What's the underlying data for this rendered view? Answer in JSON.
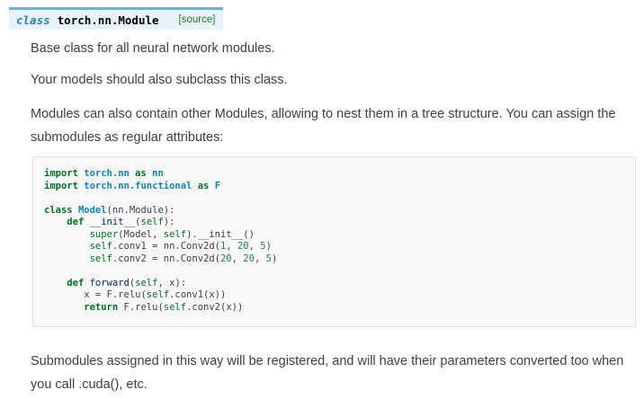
{
  "signature": {
    "keyword": "class",
    "name": "torch.nn.Module",
    "source_link": "[source]"
  },
  "paragraphs": [
    "Base class for all neural network modules.",
    "Your models should also subclass this class.",
    "Modules can also contain other Modules, allowing to nest them in a tree structure. You can assign the submodules as regular attributes:",
    "Submodules assigned in this way will be registered, and will have their parameters converted too when you call .cuda(), etc."
  ],
  "code": {
    "lines": [
      "import torch.nn as nn",
      "import torch.nn.functional as F",
      "",
      "class Model(nn.Module):",
      "    def __init__(self):",
      "        super(Model, self).__init__()",
      "        self.conv1 = nn.Conv2d(1, 20, 5)",
      "        self.conv2 = nn.Conv2d(20, 20, 5)",
      "",
      "    def forward(self, x):",
      "       x = F.relu(self.conv1(x))",
      "       return F.relu(self.conv2(x))"
    ]
  },
  "colors": {
    "signature_bg": "#e7f2fa",
    "signature_border": "#6ab0de",
    "keyword": "#2980b9",
    "source_link": "#2a7a2a",
    "code_bg": "#f8f8f8"
  }
}
